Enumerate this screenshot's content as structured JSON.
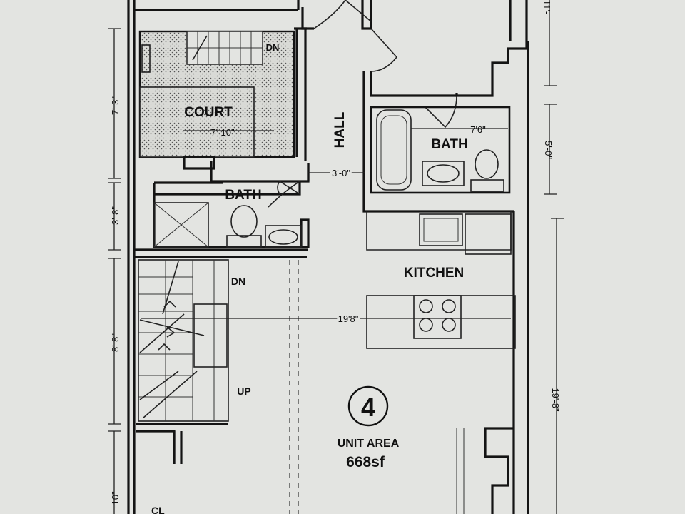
{
  "rooms": {
    "court": "COURT",
    "hall": "HALL",
    "bath_upper": "BATH",
    "bath_lower": "BATH",
    "kitchen": "KITCHEN"
  },
  "stairs": {
    "upper_dn": "DN",
    "main_dn": "DN",
    "main_up": "UP"
  },
  "unit": {
    "number": "4",
    "area_label": "UNIT AREA",
    "area_value": "668sf"
  },
  "closet_label": "CL",
  "dimensions": {
    "left_1": "7'-3\"",
    "left_2": "3'-8\"",
    "left_3": "8'-8\"",
    "left_4": "-10\"",
    "right_top": "11'-",
    "right_mid": "5'-0\"",
    "right_low": "19'-8\"",
    "court_width": "7'-10\"",
    "bath_width": "7'6\"",
    "hall_width": "3'-0\"",
    "unit_width": "19'8\""
  },
  "colors": {
    "paper": "#e3e4e1",
    "ink": "#141414",
    "hatch": "#d9dad6"
  }
}
